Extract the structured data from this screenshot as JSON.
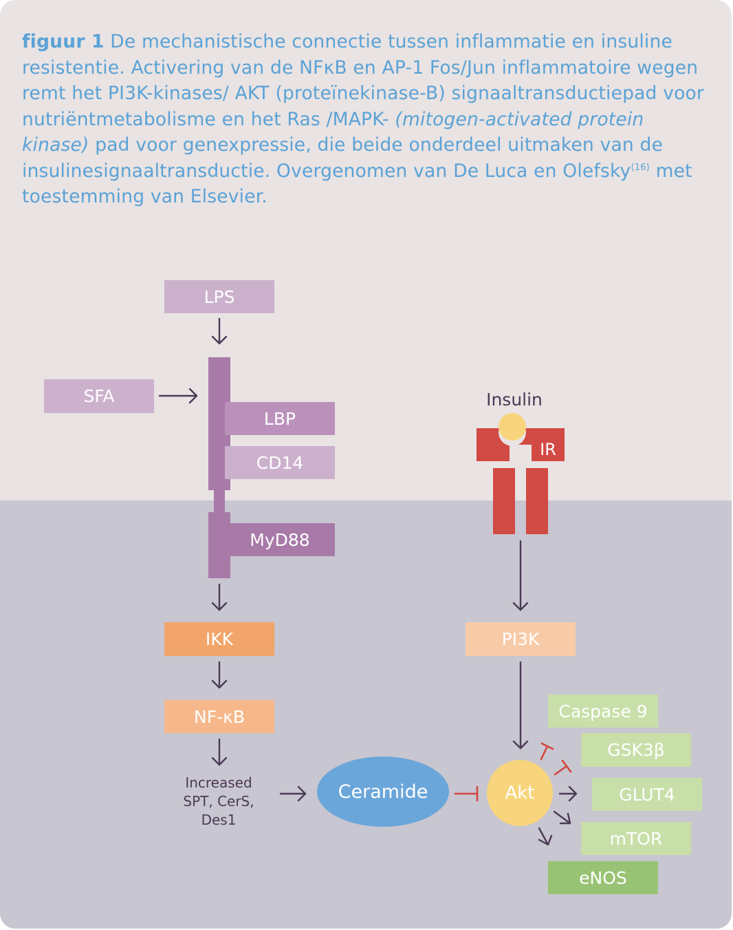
{
  "caption": {
    "lead": "figuur 1",
    "part1": " De mechanistische connectie tussen inflammatie en insuline resistentie. Activering van de NFκB en AP-1 Fos/Jun inflammatoire wegen remt het PI3K-kinases/ AKT (proteïnekinase-B) signaaltransductiepad voor nutriëntmetabolisme en het Ras /MAPK- ",
    "italic": "(mitogen-activated protein kinase)",
    "part2": " pad voor genexpressie, die beide onderdeel uitmaken van de insulinesignaaltransductie. Overgenomen van De Luca en Olefsky",
    "ref": "(16)",
    "part3": " met toestemming van Elsevier."
  },
  "diagram": {
    "lps": "LPS",
    "sfa": "SFA",
    "lbp": "LBP",
    "cd14": "CD14",
    "myd88": "MyD88",
    "ikk": "IKK",
    "nfkb": "NF-κB",
    "increased": [
      "Increased",
      "SPT, CerS,",
      "Des1"
    ],
    "ceramide": "Ceramide",
    "insulin": "Insulin",
    "ir": "IR",
    "pi3k": "PI3K",
    "akt": "Akt",
    "targets": {
      "caspase9": "Caspase 9",
      "gsk3b": "GSK3β",
      "glut4": "GLUT4",
      "mtor": "mTOR",
      "enos": "eNOS"
    }
  },
  "colors": {
    "caption": "#5aa2d6",
    "upper_bg": "#e9e3e3",
    "lower_bg": "#c8c6d0",
    "tlr_bar": "#a87aa8",
    "lps_sfa": "#ccb1cd",
    "lbp": "#bb91bb",
    "cd14": "#ccb1cd",
    "myd88": "#a87aa8",
    "ikk": "#f2a56a",
    "nfkb": "#f6b88a",
    "pi3k": "#f8cba8",
    "receptor": "#d24a44",
    "insulin": "#f8d57c",
    "akt": "#f8d57c",
    "ceramide": "#6aa6d9",
    "green_light": "#c8dfa9",
    "green_dark": "#99c374",
    "arrow": "#4a3a55",
    "inhibit": "#d2453f"
  }
}
